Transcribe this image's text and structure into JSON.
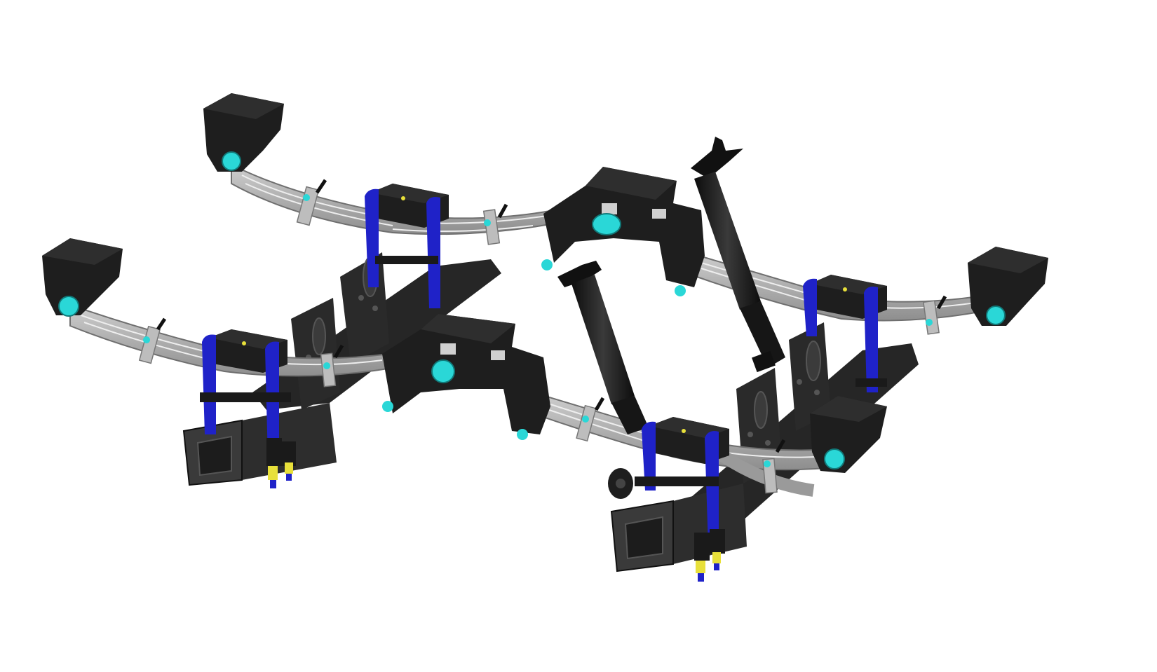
{
  "scene": {
    "subject": "tandem-axle-leaf-spring-suspension-assembly",
    "components": [
      "leaf-spring",
      "spring-hanger",
      "equalizer-rocker",
      "shock-absorber",
      "u-bolt",
      "axle-beam",
      "shackle-bolt"
    ]
  },
  "palette": {
    "background": "#ffffff",
    "hanger_black": "#1e1e1e",
    "hanger_shade": "#2e2e2e",
    "spring_leaf": "#a3a3a3",
    "spring_leaf_light": "#c2c2c2",
    "spring_edge": "#6f6f6f",
    "ubolt_blue": "#1f22c8",
    "bolt_cyan": "#2ad7d7",
    "nut_yellow": "#e8e03a",
    "axle_gray": "#2d2d2d",
    "axle_face": "#3a3a3a"
  }
}
